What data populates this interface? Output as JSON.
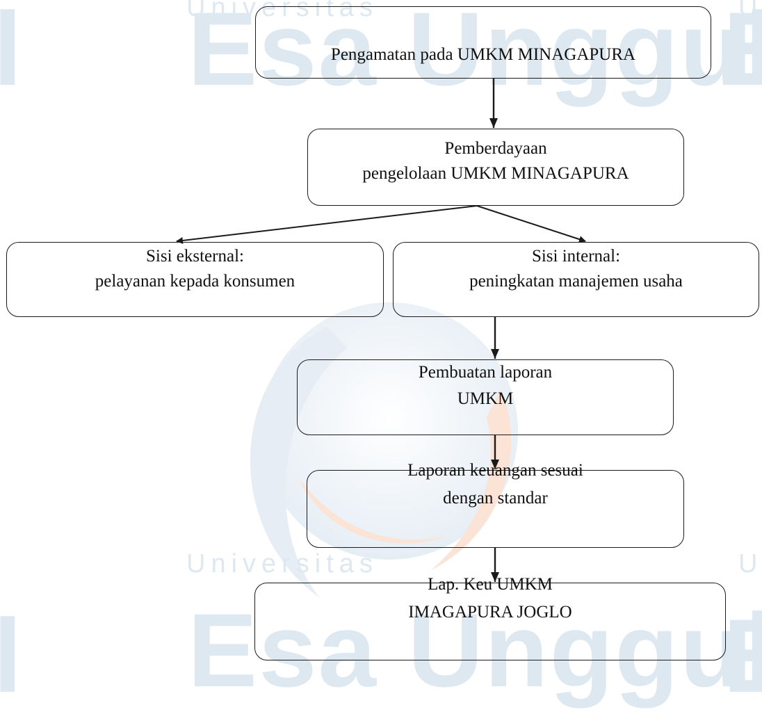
{
  "watermark": {
    "top_left_big": "l",
    "top_small": "Universitas",
    "top_big": "Esa Unggul",
    "top_right_big": "E",
    "top_right_small": "U",
    "bottom_left_big": "l",
    "bottom_small": "Universitas",
    "bottom_big": "Esa Unggul",
    "bottom_right_big": "E",
    "bottom_right_small": "U"
  },
  "boxes": {
    "observation": {
      "line1": "Pengamatan pada UMKM MINAGAPURA"
    },
    "empowerment": {
      "line1": "Pemberdayaan",
      "line2": "pengelolaan UMKM MINAGAPURA"
    },
    "external": {
      "line1": "Sisi eksternal:",
      "line2": "pelayanan kepada konsumen"
    },
    "internal": {
      "line1": "Sisi internal:",
      "line2": "peningkatan manajemen usaha"
    },
    "report": {
      "line1": "Pembuatan laporan",
      "line2": "UMKM"
    },
    "financial": {
      "line1": "Laporan keuangan sesuai",
      "line2": "dengan standar"
    },
    "final": {
      "line1": "Lap. Keu UMKM",
      "line2": "IMAGAPURA JOGLO"
    }
  }
}
